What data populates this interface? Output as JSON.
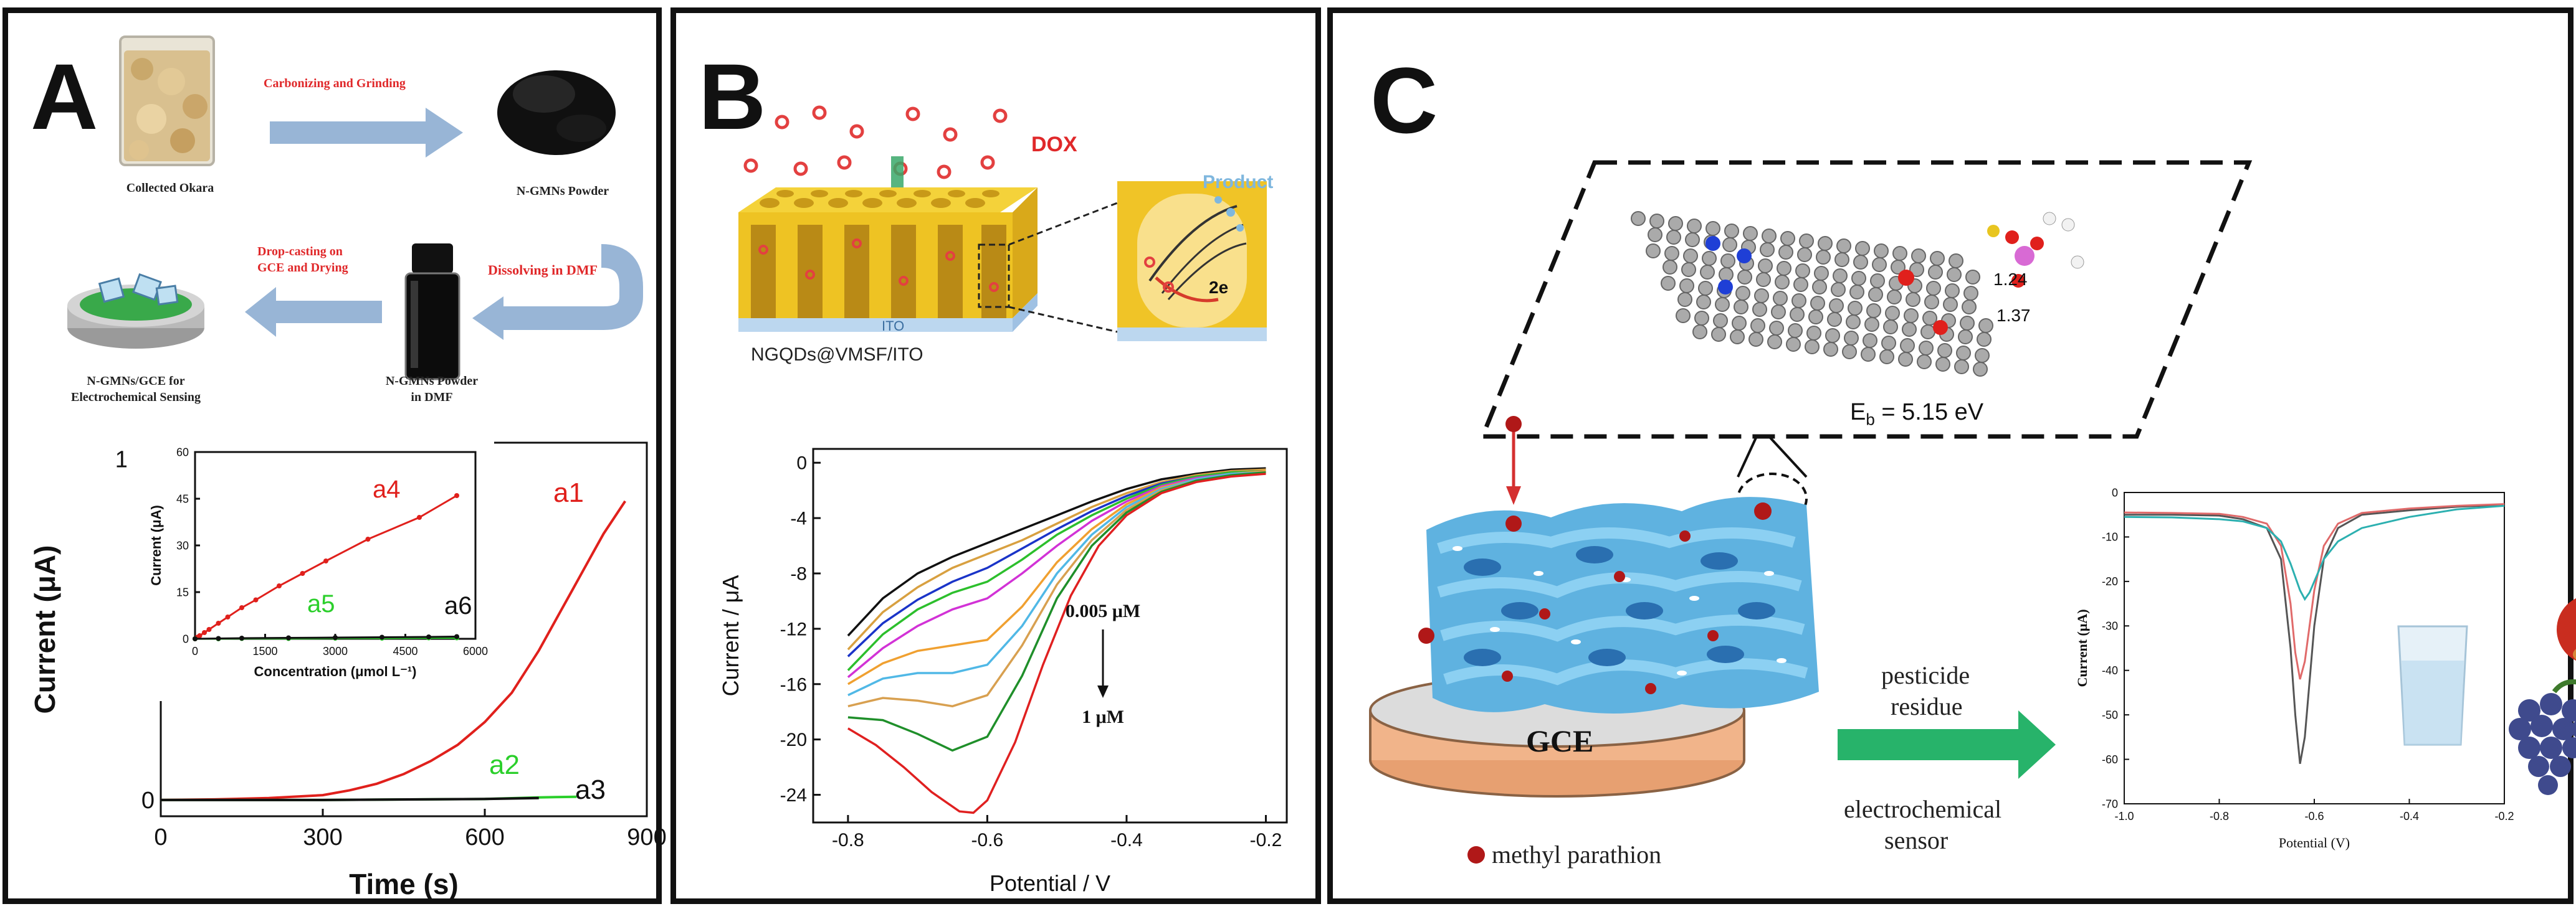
{
  "panels": {
    "a": {
      "label": "A",
      "flow": {
        "okara": "Collected Okara",
        "step1": "Carbonizing and Grinding",
        "powder": "N-GMNs Powder",
        "step2": "Dissolving in DMF",
        "dmf_line1": "N-GMNs Powder",
        "dmf_line2": "in DMF",
        "step3_line1": "Drop-casting on",
        "step3_line2": "GCE and Drying",
        "final_line1": "N-GMNs/GCE for",
        "final_line2": "Electrochemical Sensing"
      }
    },
    "b": {
      "label": "B",
      "dox": "DOX",
      "product": "Product",
      "electron": "2e",
      "ito": "ITO",
      "device": "NGQDs@VMSF/ITO",
      "conc_top": "0.005 μM",
      "conc_bottom": "1 μM"
    },
    "c": {
      "label": "C",
      "bond1": "1.24",
      "bond2": "1.37",
      "energy_prefix": "E",
      "energy_sub": "b",
      "energy_value": " = 5.15 eV",
      "gce": "GCE",
      "arrow_top1": "pesticide",
      "arrow_top2": "residue",
      "arrow_bottom1": "electrochemical",
      "arrow_bottom2": "sensor",
      "legend_label": "methyl parathion"
    }
  },
  "chart_data": [
    {
      "id": "A-main",
      "type": "line",
      "xlabel": "Time (s)",
      "ylabel": "Current (μA)",
      "xlim": [
        0,
        900
      ],
      "ylim": [
        -5,
        110
      ],
      "xticks": [
        0,
        300,
        600,
        900
      ],
      "yticks": [
        0,
        35,
        70,
        105
      ],
      "series": [
        {
          "name": "a1",
          "color": "#e0201c",
          "x": [
            0,
            100,
            200,
            300,
            350,
            400,
            450,
            500,
            550,
            600,
            650,
            700,
            720,
            740,
            760,
            780,
            800,
            820,
            840,
            860
          ],
          "y": [
            0,
            0.2,
            0.6,
            1.5,
            3,
            5,
            8,
            12,
            17,
            24,
            33,
            46,
            52,
            58,
            64,
            70,
            76,
            82,
            87,
            92
          ]
        },
        {
          "name": "a2",
          "color": "#2bcf2b",
          "x": [
            0,
            300,
            600,
            700,
            770
          ],
          "y": [
            0,
            0,
            0.3,
            0.8,
            1.0
          ]
        },
        {
          "name": "a3",
          "color": "#111111",
          "x": [
            0,
            300,
            600,
            700
          ],
          "y": [
            0,
            0,
            0.3,
            0.6
          ]
        }
      ]
    },
    {
      "id": "A-inset",
      "type": "scatter",
      "xlabel": "Concentration (μmol L⁻¹)",
      "ylabel": "Current (μA)",
      "xlim": [
        0,
        6000
      ],
      "ylim": [
        0,
        60
      ],
      "xticks": [
        0,
        1500,
        3000,
        4500,
        6000
      ],
      "yticks": [
        0,
        15,
        30,
        45,
        60
      ],
      "series": [
        {
          "name": "a4",
          "color": "#e0201c",
          "x": [
            0,
            50,
            100,
            200,
            300,
            500,
            700,
            1000,
            1300,
            1800,
            2300,
            2800,
            3700,
            4800,
            5600
          ],
          "y": [
            0,
            0.5,
            1,
            2,
            3,
            5,
            7,
            10,
            12.5,
            17,
            21,
            25,
            32,
            39,
            46
          ]
        },
        {
          "name": "a5",
          "color": "#2bcf2b",
          "x": [
            0,
            500,
            1000,
            2000,
            3000,
            4000,
            5000,
            5600
          ],
          "y": [
            0,
            0,
            0.1,
            0.1,
            0.2,
            0.2,
            0.3,
            0.3
          ]
        },
        {
          "name": "a6",
          "color": "#111111",
          "x": [
            0,
            500,
            1000,
            2000,
            3000,
            4000,
            5000,
            5600
          ],
          "y": [
            0,
            0.1,
            0.2,
            0.3,
            0.4,
            0.5,
            0.6,
            0.7
          ]
        }
      ]
    },
    {
      "id": "B-cv",
      "type": "line",
      "xlabel": "Potential / V",
      "ylabel": "Current / μA",
      "xlim": [
        -0.85,
        -0.17
      ],
      "ylim": [
        -26,
        1
      ],
      "xticks": [
        -0.8,
        -0.6,
        -0.4,
        -0.2
      ],
      "yticks": [
        0,
        -4,
        -8,
        -12,
        -16,
        -20,
        -24
      ],
      "series": [
        {
          "color": "#111111",
          "x": [
            -0.8,
            -0.75,
            -0.7,
            -0.65,
            -0.6,
            -0.55,
            -0.5,
            -0.45,
            -0.4,
            -0.35,
            -0.3,
            -0.25,
            -0.2
          ],
          "y": [
            -12.5,
            -9.8,
            -8.0,
            -6.8,
            -5.8,
            -4.8,
            -3.8,
            -2.8,
            -1.9,
            -1.2,
            -0.8,
            -0.5,
            -0.4
          ]
        },
        {
          "color": "#d8a040",
          "x": [
            -0.8,
            -0.75,
            -0.7,
            -0.65,
            -0.6,
            -0.55,
            -0.5,
            -0.45,
            -0.4,
            -0.35,
            -0.3,
            -0.25,
            -0.2
          ],
          "y": [
            -13.5,
            -10.8,
            -9.0,
            -7.6,
            -6.6,
            -5.6,
            -4.4,
            -3.2,
            -2.2,
            -1.4,
            -0.9,
            -0.6,
            -0.5
          ]
        },
        {
          "color": "#1a34c8",
          "x": [
            -0.8,
            -0.75,
            -0.7,
            -0.65,
            -0.6,
            -0.55,
            -0.5,
            -0.45,
            -0.4,
            -0.35,
            -0.3,
            -0.25,
            -0.2
          ],
          "y": [
            -14.0,
            -11.6,
            -9.9,
            -8.6,
            -7.6,
            -6.2,
            -4.8,
            -3.5,
            -2.4,
            -1.5,
            -1.0,
            -0.7,
            -0.6
          ]
        },
        {
          "color": "#2cbf2c",
          "x": [
            -0.8,
            -0.75,
            -0.7,
            -0.65,
            -0.6,
            -0.55,
            -0.5,
            -0.45,
            -0.4,
            -0.35,
            -0.3,
            -0.25,
            -0.2
          ],
          "y": [
            -15.0,
            -12.4,
            -10.6,
            -9.4,
            -8.6,
            -7.0,
            -5.2,
            -3.8,
            -2.6,
            -1.6,
            -1.0,
            -0.7,
            -0.6
          ]
        },
        {
          "color": "#d232d6",
          "x": [
            -0.8,
            -0.75,
            -0.7,
            -0.65,
            -0.6,
            -0.55,
            -0.5,
            -0.45,
            -0.4,
            -0.35,
            -0.3,
            -0.25,
            -0.2
          ],
          "y": [
            -15.5,
            -13.4,
            -11.8,
            -10.6,
            -9.8,
            -8.0,
            -6.0,
            -4.2,
            -2.8,
            -1.7,
            -1.1,
            -0.8,
            -0.6
          ]
        },
        {
          "color": "#f0a030",
          "x": [
            -0.8,
            -0.75,
            -0.7,
            -0.65,
            -0.6,
            -0.55,
            -0.5,
            -0.45,
            -0.4,
            -0.35,
            -0.3,
            -0.25,
            -0.2
          ],
          "y": [
            -16.0,
            -14.5,
            -13.6,
            -13.2,
            -12.8,
            -10.4,
            -7.2,
            -4.8,
            -3.0,
            -1.8,
            -1.2,
            -0.8,
            -0.6
          ]
        },
        {
          "color": "#50b8e6",
          "x": [
            -0.8,
            -0.75,
            -0.7,
            -0.65,
            -0.6,
            -0.55,
            -0.5,
            -0.45,
            -0.4,
            -0.35,
            -0.3,
            -0.25,
            -0.2
          ],
          "y": [
            -16.8,
            -15.6,
            -15.2,
            -15.2,
            -14.6,
            -11.8,
            -8.0,
            -5.2,
            -3.2,
            -1.9,
            -1.2,
            -0.8,
            -0.7
          ]
        },
        {
          "color": "#d8a050",
          "x": [
            -0.8,
            -0.75,
            -0.7,
            -0.65,
            -0.6,
            -0.55,
            -0.5,
            -0.45,
            -0.4,
            -0.35,
            -0.3,
            -0.25,
            -0.2
          ],
          "y": [
            -17.6,
            -17.0,
            -17.2,
            -17.6,
            -16.8,
            -13.2,
            -8.8,
            -5.6,
            -3.4,
            -2.0,
            -1.3,
            -0.9,
            -0.7
          ]
        },
        {
          "color": "#1f8f2a",
          "x": [
            -0.8,
            -0.75,
            -0.7,
            -0.65,
            -0.6,
            -0.55,
            -0.5,
            -0.45,
            -0.4,
            -0.35,
            -0.3,
            -0.25,
            -0.2
          ],
          "y": [
            -18.4,
            -18.6,
            -19.6,
            -20.8,
            -19.8,
            -15.4,
            -9.8,
            -6.0,
            -3.6,
            -2.1,
            -1.3,
            -0.9,
            -0.7
          ]
        },
        {
          "color": "#e02020",
          "x": [
            -0.8,
            -0.76,
            -0.72,
            -0.68,
            -0.64,
            -0.62,
            -0.6,
            -0.56,
            -0.52,
            -0.48,
            -0.44,
            -0.4,
            -0.35,
            -0.3,
            -0.25,
            -0.2
          ],
          "y": [
            -19.2,
            -20.4,
            -22.0,
            -23.8,
            -25.2,
            -25.3,
            -24.4,
            -20.2,
            -14.6,
            -9.6,
            -6.0,
            -3.8,
            -2.2,
            -1.4,
            -1.0,
            -0.8
          ]
        }
      ]
    },
    {
      "id": "C-dpv",
      "type": "line",
      "xlabel": "Potential (V)",
      "ylabel": "Current (μA)",
      "xlim": [
        -1.0,
        -0.2
      ],
      "ylim": [
        -70,
        0
      ],
      "xticks": [
        -1.0,
        -0.8,
        -0.6,
        -0.4,
        -0.2
      ],
      "xtick_labels": [
        "-1.0",
        "-0.8",
        "-0.6",
        "-0.4",
        "-0.2"
      ],
      "yticks": [
        0,
        -10,
        -20,
        -30,
        -40,
        -50,
        -60,
        -70
      ],
      "series": [
        {
          "color": "#555555",
          "x": [
            -1.0,
            -0.9,
            -0.8,
            -0.75,
            -0.7,
            -0.67,
            -0.65,
            -0.64,
            -0.63,
            -0.62,
            -0.6,
            -0.58,
            -0.55,
            -0.5,
            -0.4,
            -0.3,
            -0.2
          ],
          "y": [
            -5,
            -5,
            -5.2,
            -6,
            -8,
            -15,
            -35,
            -50,
            -61,
            -55,
            -30,
            -15,
            -8,
            -5,
            -4,
            -3.2,
            -2.8
          ]
        },
        {
          "color": "#e06a6a",
          "x": [
            -1.0,
            -0.9,
            -0.8,
            -0.75,
            -0.7,
            -0.67,
            -0.65,
            -0.64,
            -0.63,
            -0.62,
            -0.6,
            -0.58,
            -0.55,
            -0.5,
            -0.4,
            -0.3,
            -0.2
          ],
          "y": [
            -4.5,
            -4.6,
            -4.8,
            -5.5,
            -7,
            -12,
            -25,
            -36,
            -42,
            -38,
            -22,
            -12,
            -7,
            -4.6,
            -3.6,
            -3,
            -2.6
          ]
        },
        {
          "color": "#2cb0b0",
          "x": [
            -1.0,
            -0.9,
            -0.8,
            -0.75,
            -0.7,
            -0.67,
            -0.65,
            -0.63,
            -0.62,
            -0.61,
            -0.6,
            -0.58,
            -0.55,
            -0.5,
            -0.4,
            -0.3,
            -0.2
          ],
          "y": [
            -5.5,
            -5.6,
            -6,
            -6.5,
            -8,
            -11,
            -16,
            -22,
            -24,
            -22.5,
            -20,
            -15,
            -11,
            -8,
            -5.5,
            -3.8,
            -3
          ]
        }
      ]
    }
  ]
}
